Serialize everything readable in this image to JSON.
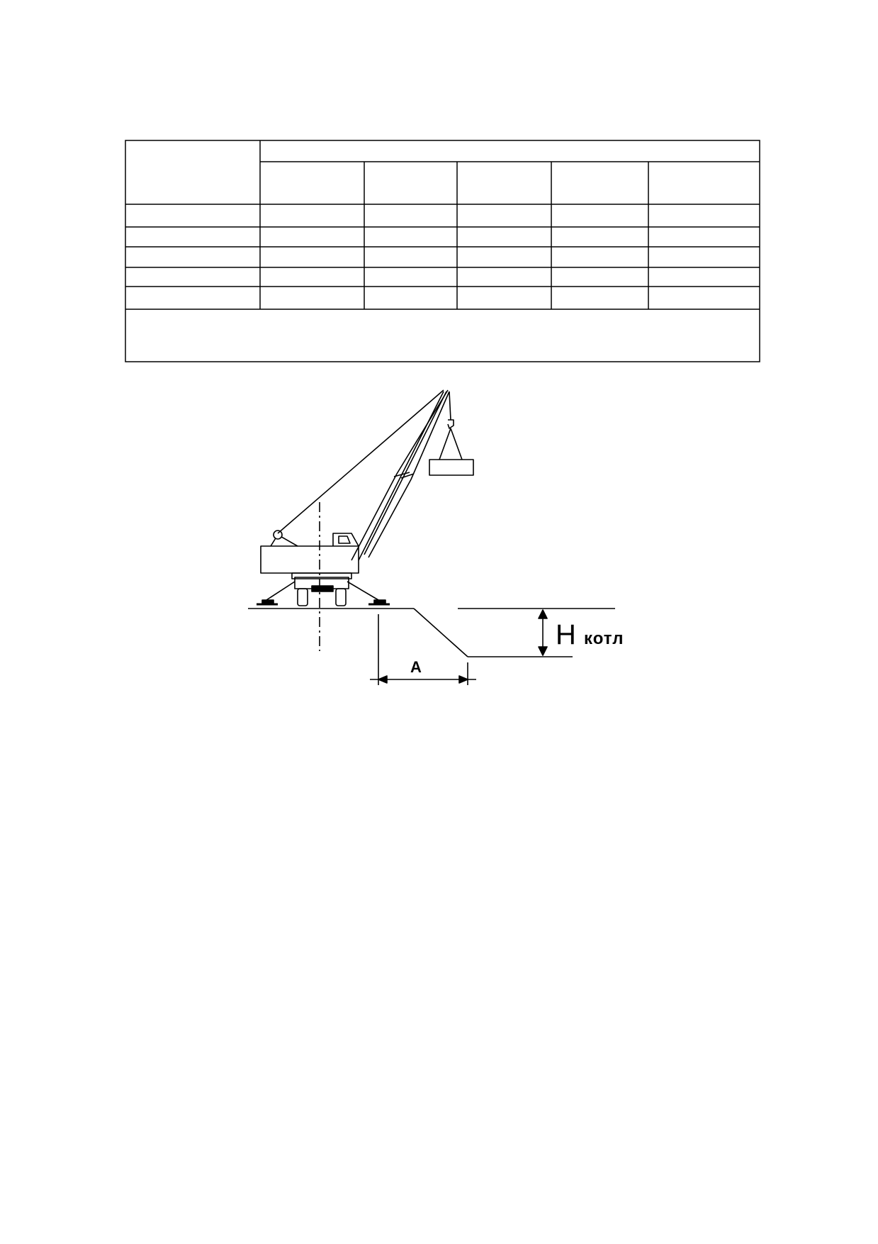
{
  "figure": {
    "depth_label_main": "H",
    "depth_label_sub": "котл",
    "distance_label": "A"
  }
}
